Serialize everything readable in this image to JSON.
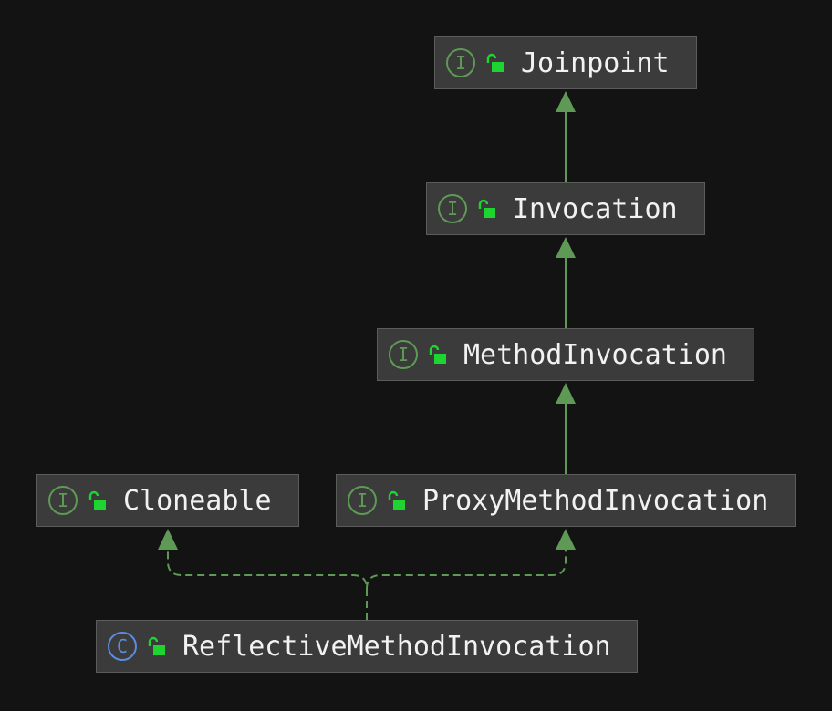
{
  "diagram": {
    "colors": {
      "background": "#131313",
      "node_fill": "#3b3b3b",
      "node_border": "#5c5c5c",
      "interface_badge": "#5e9a55",
      "class_badge": "#5b8ce0",
      "public_lock": "#1ed431",
      "edge": "#5e9a55"
    },
    "nodes": {
      "joinpoint": {
        "kind": "interface",
        "badge": "I",
        "access": "public",
        "label": "Joinpoint"
      },
      "invocation": {
        "kind": "interface",
        "badge": "I",
        "access": "public",
        "label": "Invocation"
      },
      "method_invocation": {
        "kind": "interface",
        "badge": "I",
        "access": "public",
        "label": "MethodInvocation"
      },
      "cloneable": {
        "kind": "interface",
        "badge": "I",
        "access": "public",
        "label": "Cloneable"
      },
      "proxy_method_invocation": {
        "kind": "interface",
        "badge": "I",
        "access": "public",
        "label": "ProxyMethodInvocation"
      },
      "reflective_method_invocation": {
        "kind": "class",
        "badge": "C",
        "access": "public",
        "label": "ReflectiveMethodInvocation"
      }
    },
    "edges": [
      {
        "from": "Invocation",
        "to": "Joinpoint",
        "type": "extends"
      },
      {
        "from": "MethodInvocation",
        "to": "Invocation",
        "type": "extends"
      },
      {
        "from": "ProxyMethodInvocation",
        "to": "MethodInvocation",
        "type": "extends"
      },
      {
        "from": "ReflectiveMethodInvocation",
        "to": "Cloneable",
        "type": "implements"
      },
      {
        "from": "ReflectiveMethodInvocation",
        "to": "ProxyMethodInvocation",
        "type": "implements"
      }
    ]
  }
}
